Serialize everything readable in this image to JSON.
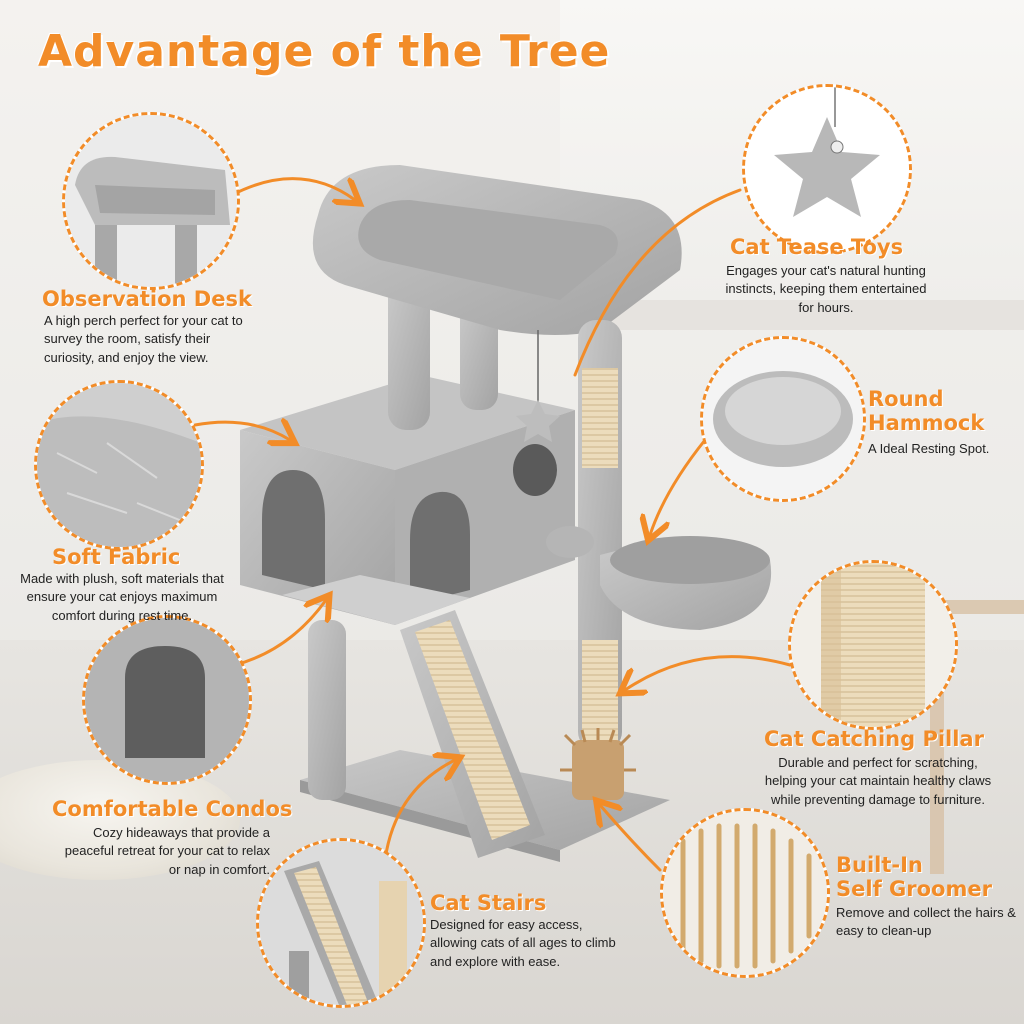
{
  "title": "Advantage of the Tree",
  "colors": {
    "accent": "#f28c28",
    "fabric": "#b9b9b9",
    "sisal": "#e6d3b0",
    "text": "#222222"
  },
  "features": {
    "observation": {
      "title": "Observation Desk",
      "desc": "A high perch perfect for your cat to survey the room, satisfy their curiosity, and enjoy the view."
    },
    "soft": {
      "title": "Soft Fabric",
      "desc": "Made with plush, soft materials that ensure your cat enjoys maximum comfort during rest time."
    },
    "condos": {
      "title": "Comfortable Condos",
      "desc": "Cozy hideaways that provide a peaceful retreat for your cat to relax or nap in comfort."
    },
    "stairs": {
      "title": "Cat Stairs",
      "desc": "Designed for easy access, allowing cats of all ages to climb and explore with ease."
    },
    "toys": {
      "title": "Cat Tease Toys",
      "desc": "Engages your cat's natural hunting instincts, keeping them entertained for hours."
    },
    "hammock": {
      "title_line1": "Round",
      "title_line2": "Hammock",
      "desc": "A Ideal Resting Spot."
    },
    "pillar": {
      "title": "Cat Catching Pillar",
      "desc": "Durable and perfect for scratching, helping your cat maintain healthy claws while preventing damage to furniture."
    },
    "groomer": {
      "title_line1": "Built-In",
      "title_line2": "Self Groomer",
      "desc": "Remove and collect the hairs & easy to clean-up"
    }
  },
  "icons": [
    "star-toy-icon",
    "hammock-icon",
    "sisal-post-icon",
    "groomer-brush-icon",
    "condo-icon",
    "fabric-icon",
    "perch-icon",
    "stairs-icon"
  ]
}
